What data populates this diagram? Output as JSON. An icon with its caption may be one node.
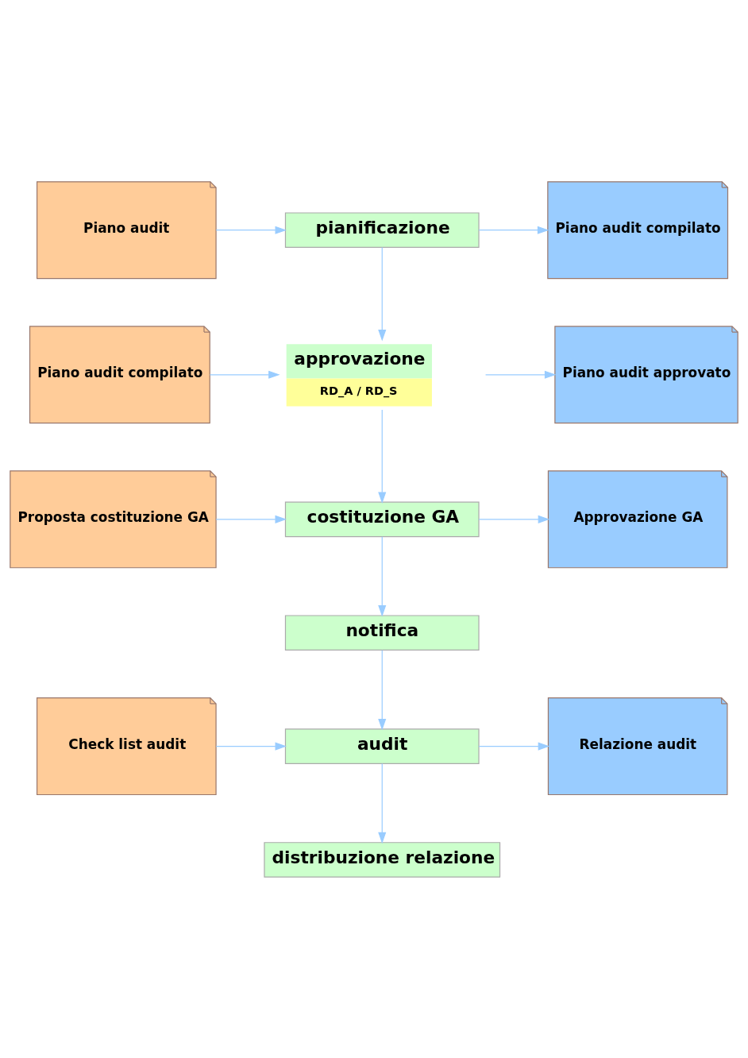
{
  "diagram": {
    "nodes": [
      {
        "text": [
          "Piano audit"
        ]
      },
      {
        "text": [
          "pianificazione"
        ]
      },
      {
        "text": [
          "Piano audit compilato"
        ]
      },
      {
        "text": [
          "Piano audit compilato"
        ]
      },
      {
        "text": [
          "approvazione",
          "RD_A / RD_S"
        ]
      },
      {
        "text": [
          "Piano audit approvato"
        ]
      },
      {
        "text": [
          "Proposta costituzione GA"
        ]
      },
      {
        "text": [
          "costituzione GA"
        ]
      },
      {
        "text": [
          "Approvazione GA"
        ]
      },
      {
        "text": [
          "notifica"
        ]
      },
      {
        "text": [
          "Check list audit"
        ]
      },
      {
        "text": [
          "audit"
        ]
      },
      {
        "text": [
          "Relazione audit"
        ]
      },
      {
        "text": [
          "distribuzione relazione"
        ]
      }
    ],
    "edges": [
      {
        "from": 0,
        "to": 1,
        "arrow": "to"
      },
      {
        "from": 1,
        "to": 2,
        "arrow": "to"
      },
      {
        "from": 1,
        "to": 4,
        "arrow": "to"
      },
      {
        "from": 3,
        "to": 4,
        "arrow": "to"
      },
      {
        "from": 4,
        "to": 5,
        "arrow": "to"
      },
      {
        "from": 4,
        "to": 7,
        "arrow": "to"
      },
      {
        "from": 6,
        "to": 7,
        "arrow": "to"
      },
      {
        "from": 7,
        "to": 8,
        "arrow": "to"
      },
      {
        "from": 7,
        "to": 9,
        "arrow": "to"
      },
      {
        "from": 9,
        "to": 11,
        "arrow": "to"
      },
      {
        "from": 10,
        "to": 11,
        "arrow": "to"
      },
      {
        "from": 11,
        "to": 12,
        "arrow": "to"
      },
      {
        "from": 11,
        "to": 13,
        "arrow": "to"
      }
    ]
  }
}
